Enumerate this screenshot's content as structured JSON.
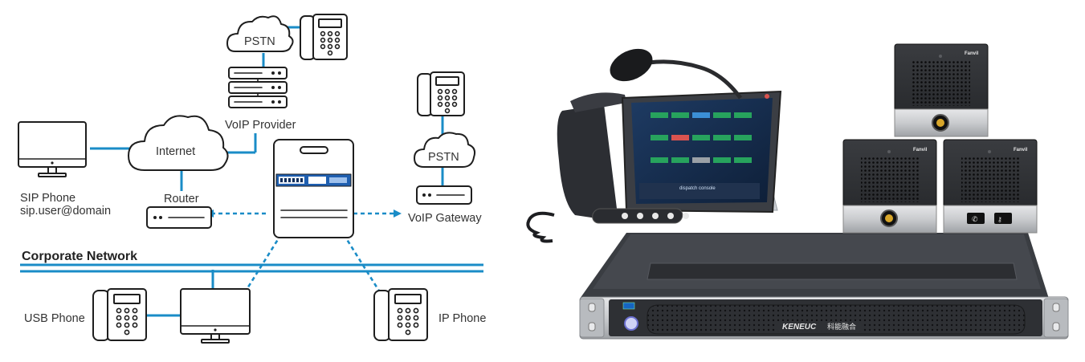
{
  "diagram": {
    "labels": {
      "pstn_top": "PSTN",
      "voip_provider": "VoIP Provider",
      "internet": "Internet",
      "router": "Router",
      "sip_phone": "SIP Phone",
      "sip_address": "sip.user@domain",
      "pstn_right": "PSTN",
      "voip_gateway": "VoIP Gateway",
      "corporate_network": "Corporate Network",
      "usb_phone": "USB Phone",
      "ip_phone": "IP Phone"
    },
    "colors": {
      "wire": "#1a8cc7",
      "ink": "#1e1e1e"
    }
  },
  "products": {
    "server_brand": "KENEUC",
    "server_brand_cn": "科能融合",
    "intercom_brand": "Fanvil",
    "desk_phone_screen": "dispatch console"
  }
}
